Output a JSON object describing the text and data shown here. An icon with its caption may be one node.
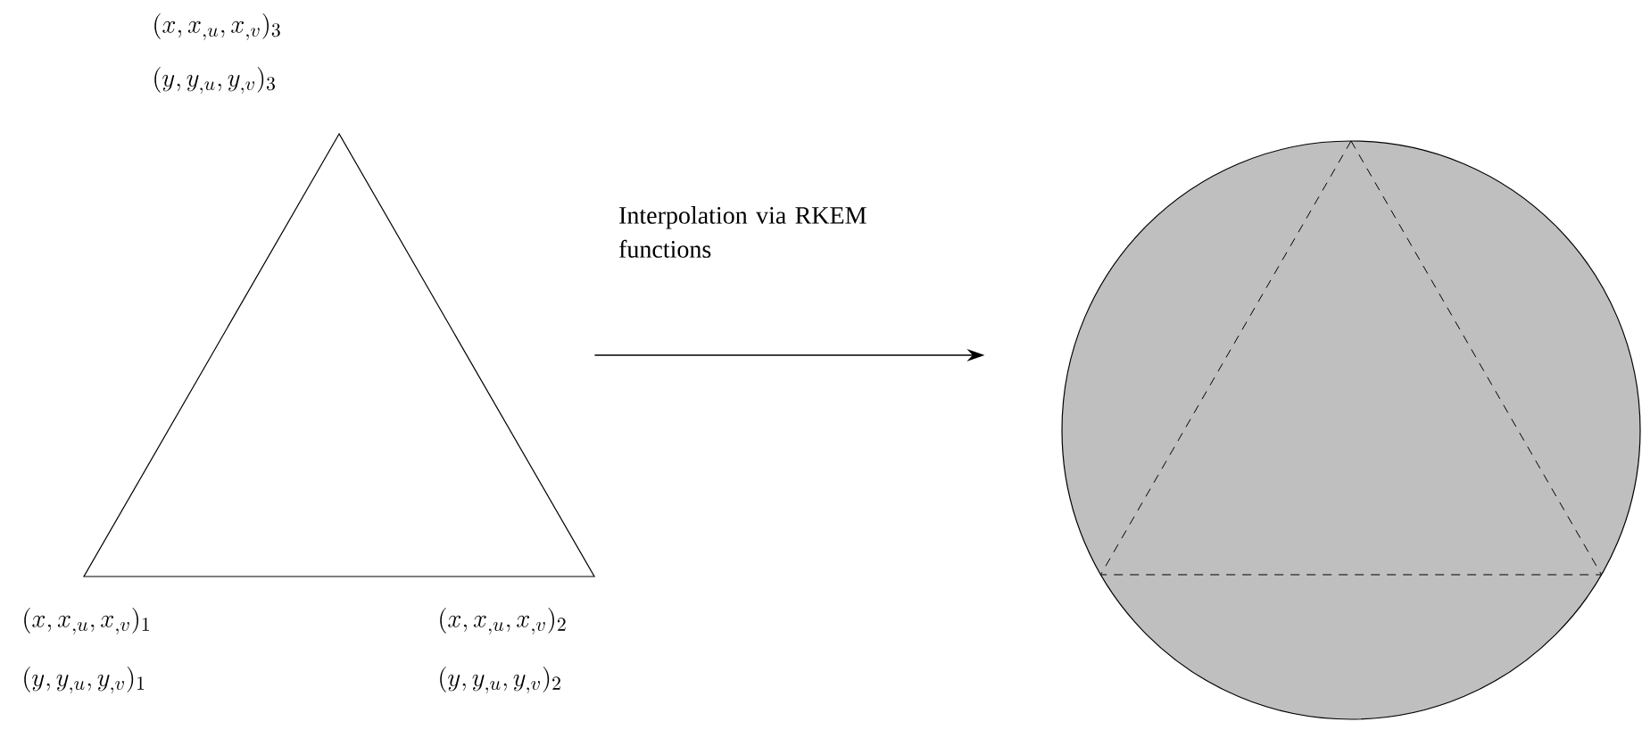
{
  "diagram": {
    "nodes": [
      {
        "text": [],
        "shape": "triangle"
      },
      {
        "text": [],
        "shape": "circle"
      }
    ],
    "edges": [
      {
        "from": 0,
        "to": 1,
        "arrow": "to",
        "label": "Interpolation via RKEM functions"
      }
    ],
    "labels": [
      "(x,x_{,u},x_{,v})_3",
      "(y,y_{,u},y_{,v})_3",
      "(x,x_{,u},x_{,v})_1",
      "(x,x_{,u},x_{,v})_2",
      "(y,y_{,u},y_{,v})_1",
      "(y,y_{,u},y_{,v})_2"
    ]
  }
}
